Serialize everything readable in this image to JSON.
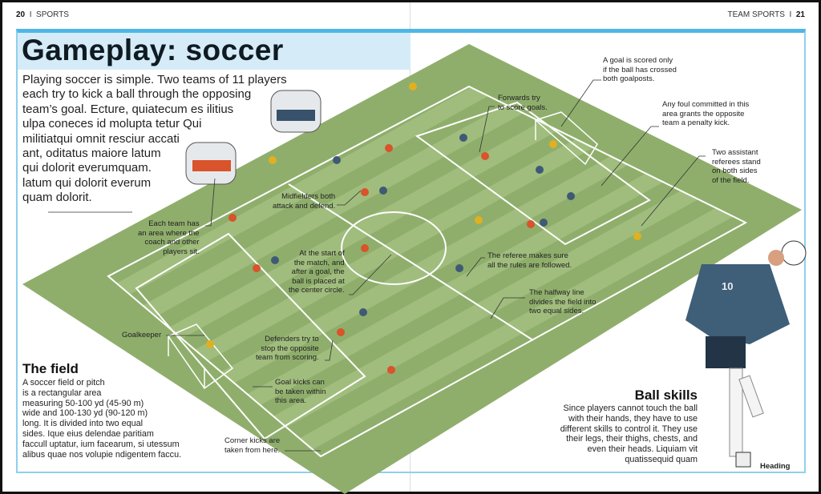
{
  "header": {
    "left_page_number": "20",
    "left_section": "SPORTS",
    "right_section": "TEAM SPORTS",
    "right_page_number": "21",
    "separator": "I"
  },
  "title": "Gameplay: soccer",
  "intro_lines": [
    "Playing soccer is simple. Two teams of 11 players",
    "each try to kick a ball through the opposing",
    "team’s goal. Ecture, quiatecum es ilitius",
    "ulpa coneces id molupta tetur Qui",
    "militiatqui omnit resciur accati",
    "ant, oditatus maiore latum",
    "qui dolorit everumquam.",
    "latum qui dolorit everum",
    "quam dolorit."
  ],
  "labels": {
    "goal_scored": [
      "A goal is scored only",
      "if the ball has crossed",
      "both goalposts."
    ],
    "forwards": [
      "Forwards try",
      "to score goals."
    ],
    "foul": [
      "Any foul committed in this",
      "area grants the opposite",
      "team a penalty kick."
    ],
    "assistants": [
      "Two assistant",
      "referees stand",
      "on both sides",
      "of the field."
    ],
    "midfielders": [
      "Midfielders both",
      "attack and defend."
    ],
    "bench": [
      "Each team has",
      "an area where the",
      "coach and other",
      "players sit."
    ],
    "center": [
      "At the start of",
      "the match, and",
      "after a goal, the",
      "ball is placed at",
      "the center circle."
    ],
    "referee": [
      "The referee makes sure",
      "all the rules are followed."
    ],
    "halfway": [
      "The halfway line",
      "divides the field into",
      "two equal sides."
    ],
    "goalkeeper": [
      "Goalkeeper"
    ],
    "defenders": [
      "Defenders try to",
      "stop the opposite",
      "team from scoring."
    ],
    "goal_kicks": [
      "Goal kicks can",
      "be taken within",
      "this area."
    ],
    "corner": [
      "Corner kicks are",
      "taken from here."
    ]
  },
  "field_section": {
    "heading": "The field",
    "lines": [
      "A soccer field or pitch",
      "is a rectangular area",
      "measuring 50-100 yd (45-90 m)",
      "wide and 100-130 yd (90-120 m)",
      "long. It is divided into two equal",
      "sides. Ique eius delendae paritiam",
      "faccull uptatur, ium facearum, si utessum",
      "alibus quae nos volupie ndigentem faccu."
    ]
  },
  "ball_skills": {
    "heading": "Ball skills",
    "lines": [
      "Since players cannot touch the ball",
      "with their hands, they have to use",
      "different skills to control it. They use",
      "their legs, their thighs, chests, and",
      "even their heads. Liquiam vit",
      "quatissequid quam"
    ],
    "caption": "Heading",
    "jersey_number": "10"
  },
  "colors": {
    "accent": "#4fb6e6",
    "title_bg": "#d5ecf8",
    "field": "#8fae6c",
    "field_light": "#a3bf80"
  }
}
